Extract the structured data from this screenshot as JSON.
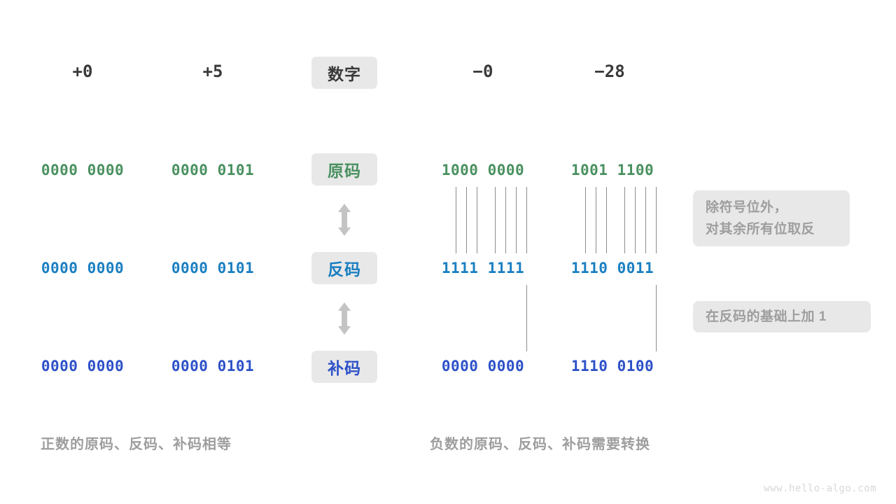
{
  "colors": {
    "sign_magnitude": "#4a9160",
    "ones_complement": "#1a7fc1",
    "twos_complement": "#2d51c8",
    "badge_bg": "#e8e8e8",
    "muted_text": "#9e9e9e",
    "header_text": "#3a3a3a",
    "line": "#8c8c8c",
    "background": "#ffffff"
  },
  "header": {
    "row_label": "数字",
    "columns": [
      {
        "key": "pos_zero",
        "label": "+0"
      },
      {
        "key": "pos_five",
        "label": "+5"
      },
      {
        "key": "neg_zero",
        "label": "−0"
      },
      {
        "key": "neg_28",
        "label": "−28"
      }
    ]
  },
  "rows": [
    {
      "key": "sign_magnitude",
      "label": "原码",
      "color_key": "sign_magnitude",
      "values": {
        "pos_zero": "0000 0000",
        "pos_five": "0000 0101",
        "neg_zero": "1000 0000",
        "neg_28": "1001 1100"
      }
    },
    {
      "key": "ones_complement",
      "label": "反码",
      "color_key": "ones_complement",
      "values": {
        "pos_zero": "0000 0000",
        "pos_five": "0000 0101",
        "neg_zero": "1111 1111",
        "neg_28": "1110 0011"
      }
    },
    {
      "key": "twos_complement",
      "label": "补码",
      "color_key": "twos_complement",
      "values": {
        "pos_zero": "0000 0000",
        "pos_five": "0000 0101",
        "neg_zero": "0000 0000",
        "neg_28": "1110 0100"
      }
    }
  ],
  "notes": [
    {
      "key": "invert_note",
      "lines": [
        "除符号位外，",
        "对其余所有位取反"
      ]
    },
    {
      "key": "add_one_note",
      "lines": [
        "在反码的基础上加 1"
      ]
    }
  ],
  "captions": {
    "left": "正数的原码、反码、补码相等",
    "right": "负数的原码、反码、补码需要转换"
  },
  "watermark": "www.hello-algo.com",
  "arrows": {
    "top_arrow_name": "double-arrow-icon",
    "bottom_arrow_name": "double-arrow-icon"
  }
}
